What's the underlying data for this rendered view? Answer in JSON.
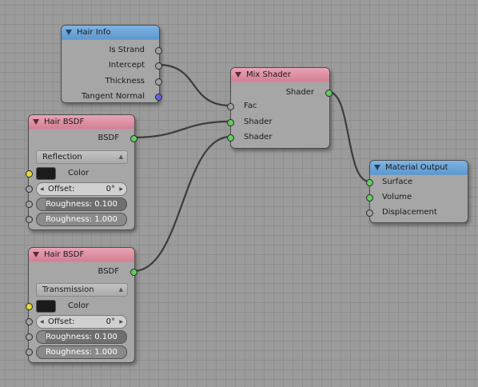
{
  "nodes": {
    "hair_info": {
      "title": "Hair Info",
      "outputs": [
        "Is Strand",
        "Intercept",
        "Thickness",
        "Tangent Normal"
      ]
    },
    "hair_bsdf_1": {
      "title": "Hair BSDF",
      "output": "BSDF",
      "component": "Reflection",
      "color_label": "Color",
      "offset_label": "Offset:",
      "offset_value": "0°",
      "roughness1_label": "Roughness:",
      "roughness1_value": "0.100",
      "roughness1_fraction": 0.1,
      "roughness2_label": "Roughness:",
      "roughness2_value": "1.000",
      "roughness2_fraction": 1.0
    },
    "hair_bsdf_2": {
      "title": "Hair BSDF",
      "output": "BSDF",
      "component": "Transmission",
      "color_label": "Color",
      "offset_label": "Offset:",
      "offset_value": "0°",
      "roughness1_label": "Roughness:",
      "roughness1_value": "0.100",
      "roughness1_fraction": 0.1,
      "roughness2_label": "Roughness:",
      "roughness2_value": "1.000",
      "roughness2_fraction": 1.0
    },
    "mix_shader": {
      "title": "Mix Shader",
      "output": "Shader",
      "inputs": [
        "Fac",
        "Shader",
        "Shader"
      ]
    },
    "material_output": {
      "title": "Material Output",
      "inputs": [
        "Surface",
        "Volume",
        "Displacement"
      ]
    }
  },
  "colors": {
    "header_blue": "#6aa3d8",
    "header_pink": "#dc8ea0",
    "socket_grey": "#a1a1a1",
    "socket_green": "#62cc62",
    "socket_yellow": "#e7d93a",
    "socket_blue": "#6464d6",
    "wire": "#3c3c3c"
  }
}
